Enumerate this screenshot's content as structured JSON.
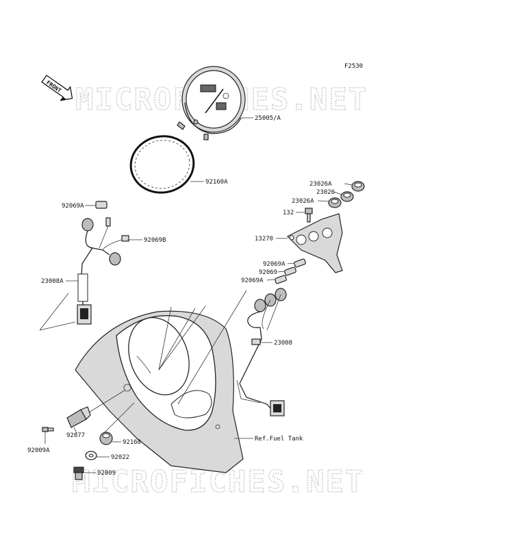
{
  "diagram_code": "F2530",
  "front_label": "FRONT",
  "watermark": "MICROFICHES.NET",
  "labels": {
    "p25005A": "25005/A",
    "p92160A": "92160A",
    "p23026A_top": "23026A",
    "p23026": "23026",
    "p23026A_low": "23026A",
    "p132": "132",
    "p13270": "13270",
    "p92069A_left": "92069A",
    "p92069B": "92069B",
    "p23008A": "23008A",
    "p92069A_r1": "92069A",
    "p92069": "92069",
    "p92069A_r2": "92069A",
    "p23008": "23008",
    "p92077": "92077",
    "p92009A": "92009A",
    "p92160": "92160",
    "p92022": "92022",
    "p92009": "92009",
    "ref_fuel_tank": "Ref.Fuel Tank"
  }
}
